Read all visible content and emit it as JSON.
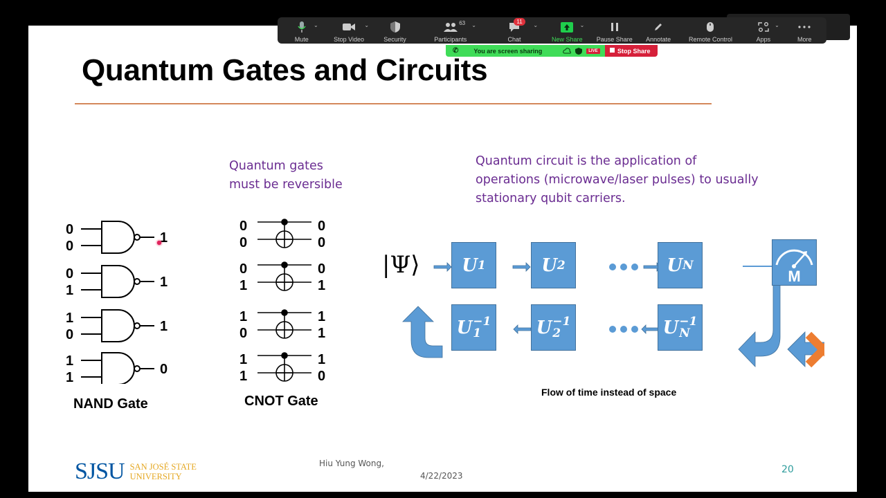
{
  "zoom_toolbar": {
    "buttons": [
      {
        "label": "Mute",
        "icon": "microphone-icon"
      },
      {
        "label": "Stop Video",
        "icon": "video-camera-icon"
      },
      {
        "label": "Security",
        "icon": "shield-icon"
      },
      {
        "label": "Participants",
        "icon": "participants-icon",
        "count": "63"
      },
      {
        "label": "Chat",
        "icon": "chat-icon",
        "badge": "11"
      },
      {
        "label": "New Share",
        "icon": "share-up-arrow-icon"
      },
      {
        "label": "Pause Share",
        "icon": "pause-icon"
      },
      {
        "label": "Annotate",
        "icon": "pencil-icon"
      },
      {
        "label": "Remote Control",
        "icon": "mouse-icon"
      },
      {
        "label": "Apps",
        "icon": "apps-icon"
      },
      {
        "label": "More",
        "icon": "ellipsis-icon"
      }
    ],
    "share_status": "You are screen sharing",
    "live_badge": "LIVE",
    "stop_share": "Stop Share",
    "colors": {
      "bar": "#262626",
      "share_green": "#3fdc58",
      "stop_red": "#d6203a",
      "new_share_green": "#1fce4c"
    }
  },
  "slide": {
    "title": "Quantum Gates and Circuits",
    "left_note": [
      "Quantum gates",
      "must be reversible"
    ],
    "right_note": [
      "Quantum circuit is the application of",
      "operations (microwave/laser pulses) to usually",
      "stationary qubit carriers."
    ],
    "nand": {
      "caption": "NAND Gate",
      "rows": [
        {
          "a": "0",
          "b": "0",
          "out": "1"
        },
        {
          "a": "0",
          "b": "1",
          "out": "1"
        },
        {
          "a": "1",
          "b": "0",
          "out": "1"
        },
        {
          "a": "1",
          "b": "1",
          "out": "0"
        }
      ]
    },
    "cnot": {
      "caption": "CNOT Gate",
      "rows": [
        {
          "a": "0",
          "b": "0",
          "oa": "0",
          "ob": "0"
        },
        {
          "a": "0",
          "b": "1",
          "oa": "0",
          "ob": "1"
        },
        {
          "a": "1",
          "b": "0",
          "oa": "1",
          "ob": "1"
        },
        {
          "a": "1",
          "b": "1",
          "oa": "1",
          "ob": "0"
        }
      ]
    },
    "circuit": {
      "input_state": "|Ψ⟩",
      "forward": [
        {
          "base": "U",
          "sub": "1"
        },
        {
          "base": "U",
          "sub": "2"
        },
        {
          "base": "U",
          "sub": "N"
        }
      ],
      "inverse": [
        {
          "base": "U",
          "sub": "1",
          "sup": "−1"
        },
        {
          "base": "U",
          "sub": "2",
          "sup": "−1"
        },
        {
          "base": "U",
          "sub": "N",
          "sup": "−1"
        }
      ],
      "ellipsis": "●●●",
      "measure_label": "M",
      "flow_label": "Flow of time instead of space",
      "colors": {
        "block": "#5b9bd5",
        "cross": "#ed7d31",
        "flow_arrow": "#70ad47"
      }
    },
    "footer": {
      "logo": "SJSU",
      "logo_sub": [
        "SAN JOSÉ STATE",
        "UNIVERSITY"
      ],
      "author": "Hiu Yung Wong,",
      "date": "4/22/2023",
      "page": "20"
    },
    "colors": {
      "title_rule": "#d4875a",
      "note_purple": "#6a2c91",
      "page_num": "#2e9c9c"
    }
  }
}
